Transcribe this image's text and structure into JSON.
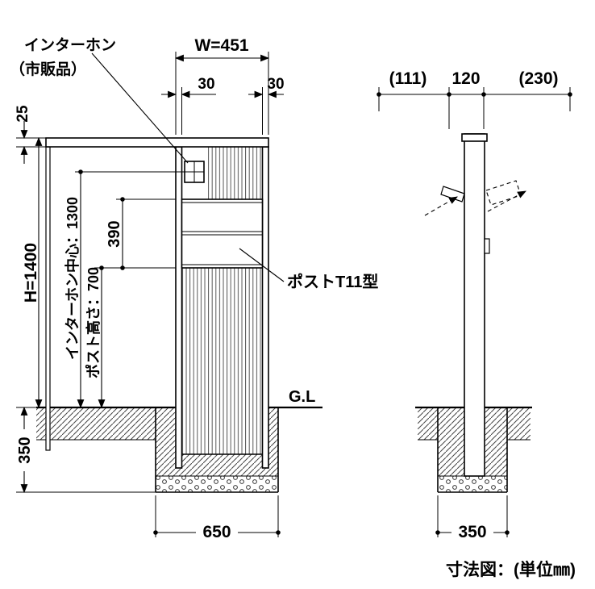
{
  "drawing": {
    "caption": "寸法図：(単位㎜)",
    "front_view": {
      "labels": {
        "intercom_line1": "インターホン",
        "intercom_line2": "（市販品）",
        "post_model": "ポストT11型",
        "ground_level": "G.L"
      },
      "dims": {
        "width": "W=451",
        "edge_left": "30",
        "edge_right": "30",
        "cap": "25",
        "height": "H=1400",
        "intercom_center": "インターホン中心：1300",
        "box_height": "390",
        "post_height": "ポスト高さ：700",
        "embed_depth": "350",
        "footing_width": "650"
      }
    },
    "side_view": {
      "dims": {
        "front_offset": "(111)",
        "depth": "120",
        "rear_offset": "(230)",
        "footing_width": "350"
      }
    }
  }
}
